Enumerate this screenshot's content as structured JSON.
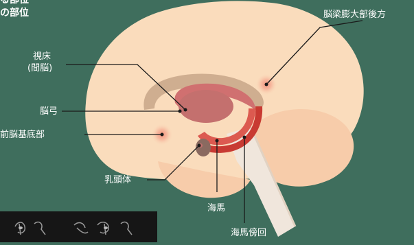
{
  "title_lines": [
    "る部位",
    "の部位"
  ],
  "labels": {
    "thalamus": "視床",
    "thalamus_sub": "(間脳)",
    "fornix": "脳弓",
    "basal_forebrain": "前脳基底部",
    "mammillary_body": "乳頭体",
    "hippocampus": "海馬",
    "parahippocampal": "海馬傍回",
    "retrosplenial": "脳梁膨大部後方"
  },
  "colors": {
    "background": "#3f6e5d",
    "cerebrum": "#fadcbc",
    "cerebellum": "#f7ccaa",
    "corpus_callosum": "#cfae90",
    "thalamus": "#c4706e",
    "fornix": "#d07070",
    "hippocampus": "#dc5a50",
    "parahippocampal": "#c83a32",
    "mammillary_body": "#8a6a60",
    "brainstem": "#f0e6dc",
    "highlight": "#f08c78",
    "leader_line": "#1a1a1a",
    "label_text": "#ffffff"
  }
}
